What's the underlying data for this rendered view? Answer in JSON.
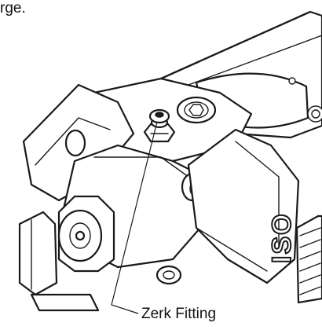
{
  "caption_fragment": "rge.",
  "callout": {
    "label": "Zerk Fitting"
  },
  "embossed_text": "ISO"
}
